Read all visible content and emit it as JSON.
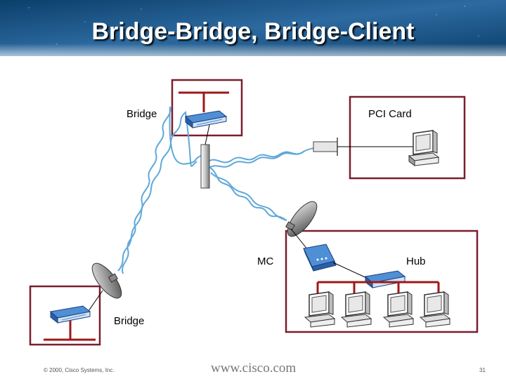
{
  "slide": {
    "title": "Bridge-Bridge, Bridge-Client",
    "labels": {
      "bridge_top": "Bridge",
      "pci_card": "PCI Card",
      "mc": "MC",
      "hub": "Hub",
      "bridge_bottom": "Bridge"
    },
    "footer": {
      "copyright": "© 2000, Cisco Systems, Inc.",
      "url": "www.cisco.com",
      "page_number": "31"
    }
  },
  "colors": {
    "header_dark": "#0b3f6b",
    "header_light": "#5f8fb8",
    "box_border": "#7a1e2e",
    "wire": "#a01818",
    "device_blue": "#4f8fd6",
    "wave": "#5fa8d8"
  },
  "icons": [
    "bridge-icon",
    "antenna-mast-icon",
    "dish-antenna-icon",
    "pci-card-icon",
    "computer-icon",
    "mc-device-icon",
    "hub-icon"
  ]
}
